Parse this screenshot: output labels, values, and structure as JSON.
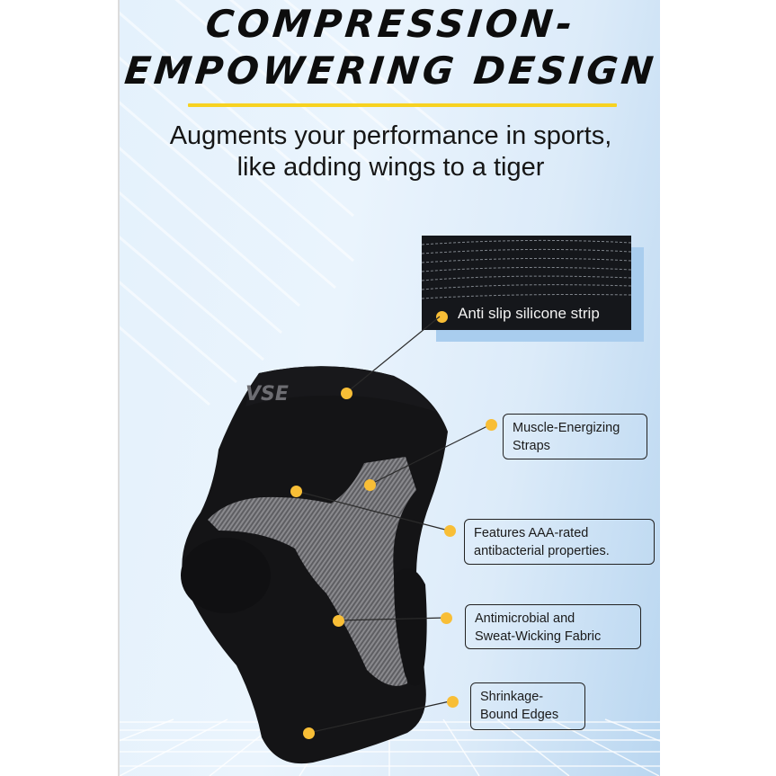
{
  "header": {
    "title_line1": "COMPRESSION-",
    "title_line2": "EMPOWERING DESIGN",
    "subtitle_line1": "Augments your performance in sports,",
    "subtitle_line2": "like adding wings to a tiger"
  },
  "product": {
    "logo_text": "VSE"
  },
  "features": {
    "strip": {
      "label": "Anti slip silicone strip"
    },
    "straps": {
      "line1": "Muscle-Energizing",
      "line2": "Straps"
    },
    "antibacterial": {
      "line1": "Features AAA-rated",
      "line2": "antibacterial properties."
    },
    "fabric": {
      "line1": "Antimicrobial and",
      "line2": "Sweat-Wicking Fabric"
    },
    "edges": {
      "line1": "Shrinkage-",
      "line2": "Bound Edges"
    }
  },
  "colors": {
    "accent_yellow": "#f7d220",
    "dot_yellow": "#f8be36",
    "sleeve_black": "#141416",
    "sleeve_gray": "#6b6b6e",
    "panel_blue": "#dcebf9"
  }
}
